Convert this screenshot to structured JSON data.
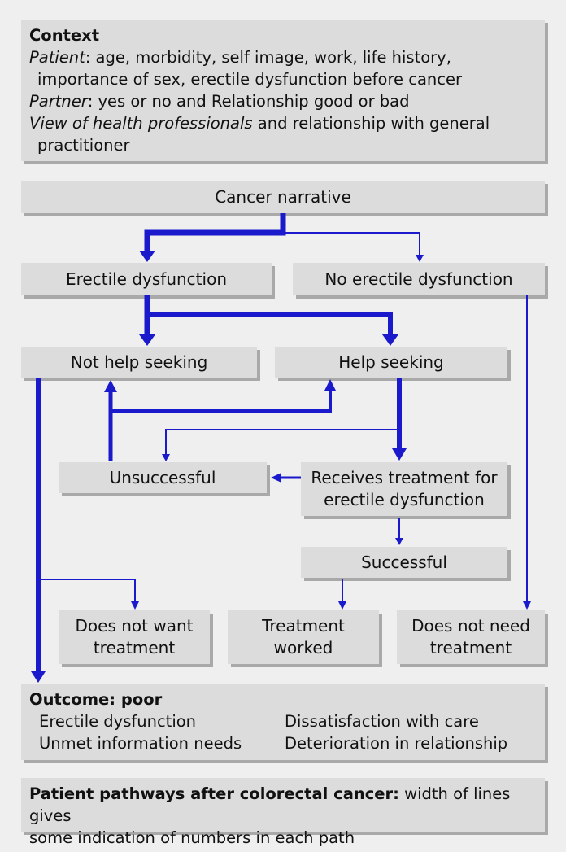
{
  "context": {
    "title": "Context",
    "patient_label": "Patient",
    "patient_text": ": age, morbidity, self image, work, life history,",
    "patient_text2": "importance of sex, erectile dysfunction before cancer",
    "partner_label": "Partner",
    "partner_text": ": yes or no and Relationship good or bad",
    "view_label": "View of health professionals",
    "view_text": " and relationship with general",
    "view_text2": "practitioner"
  },
  "nodes": {
    "cancer_narrative": "Cancer narrative",
    "erectile_dysfunction": "Erectile dysfunction",
    "no_erectile_dysfunction": "No erectile dysfunction",
    "not_help_seeking": "Not help seeking",
    "help_seeking": "Help seeking",
    "unsuccessful": "Unsuccessful",
    "receives_treatment_line1": "Receives treatment for",
    "receives_treatment_line2": "erectile dysfunction",
    "successful": "Successful",
    "does_not_want_line1": "Does not want",
    "does_not_want_line2": "treatment",
    "treatment_worked_line1": "Treatment",
    "treatment_worked_line2": "worked",
    "does_not_need_line1": "Does not need",
    "does_not_need_line2": "treatment"
  },
  "outcome": {
    "title": "Outcome: poor",
    "items": [
      "Erectile dysfunction",
      "Dissatisfaction with care",
      "Unmet information needs",
      "Deterioration in relationship"
    ]
  },
  "caption": {
    "bold": "Patient pathways after colorectal cancer:",
    "text1": " width of lines gives",
    "text2": "some indication of numbers in each path"
  },
  "colors": {
    "arrow": "#1a1acc",
    "box": "#dcdcdc",
    "shadow": "#a9a9a9",
    "background": "#efefef"
  }
}
